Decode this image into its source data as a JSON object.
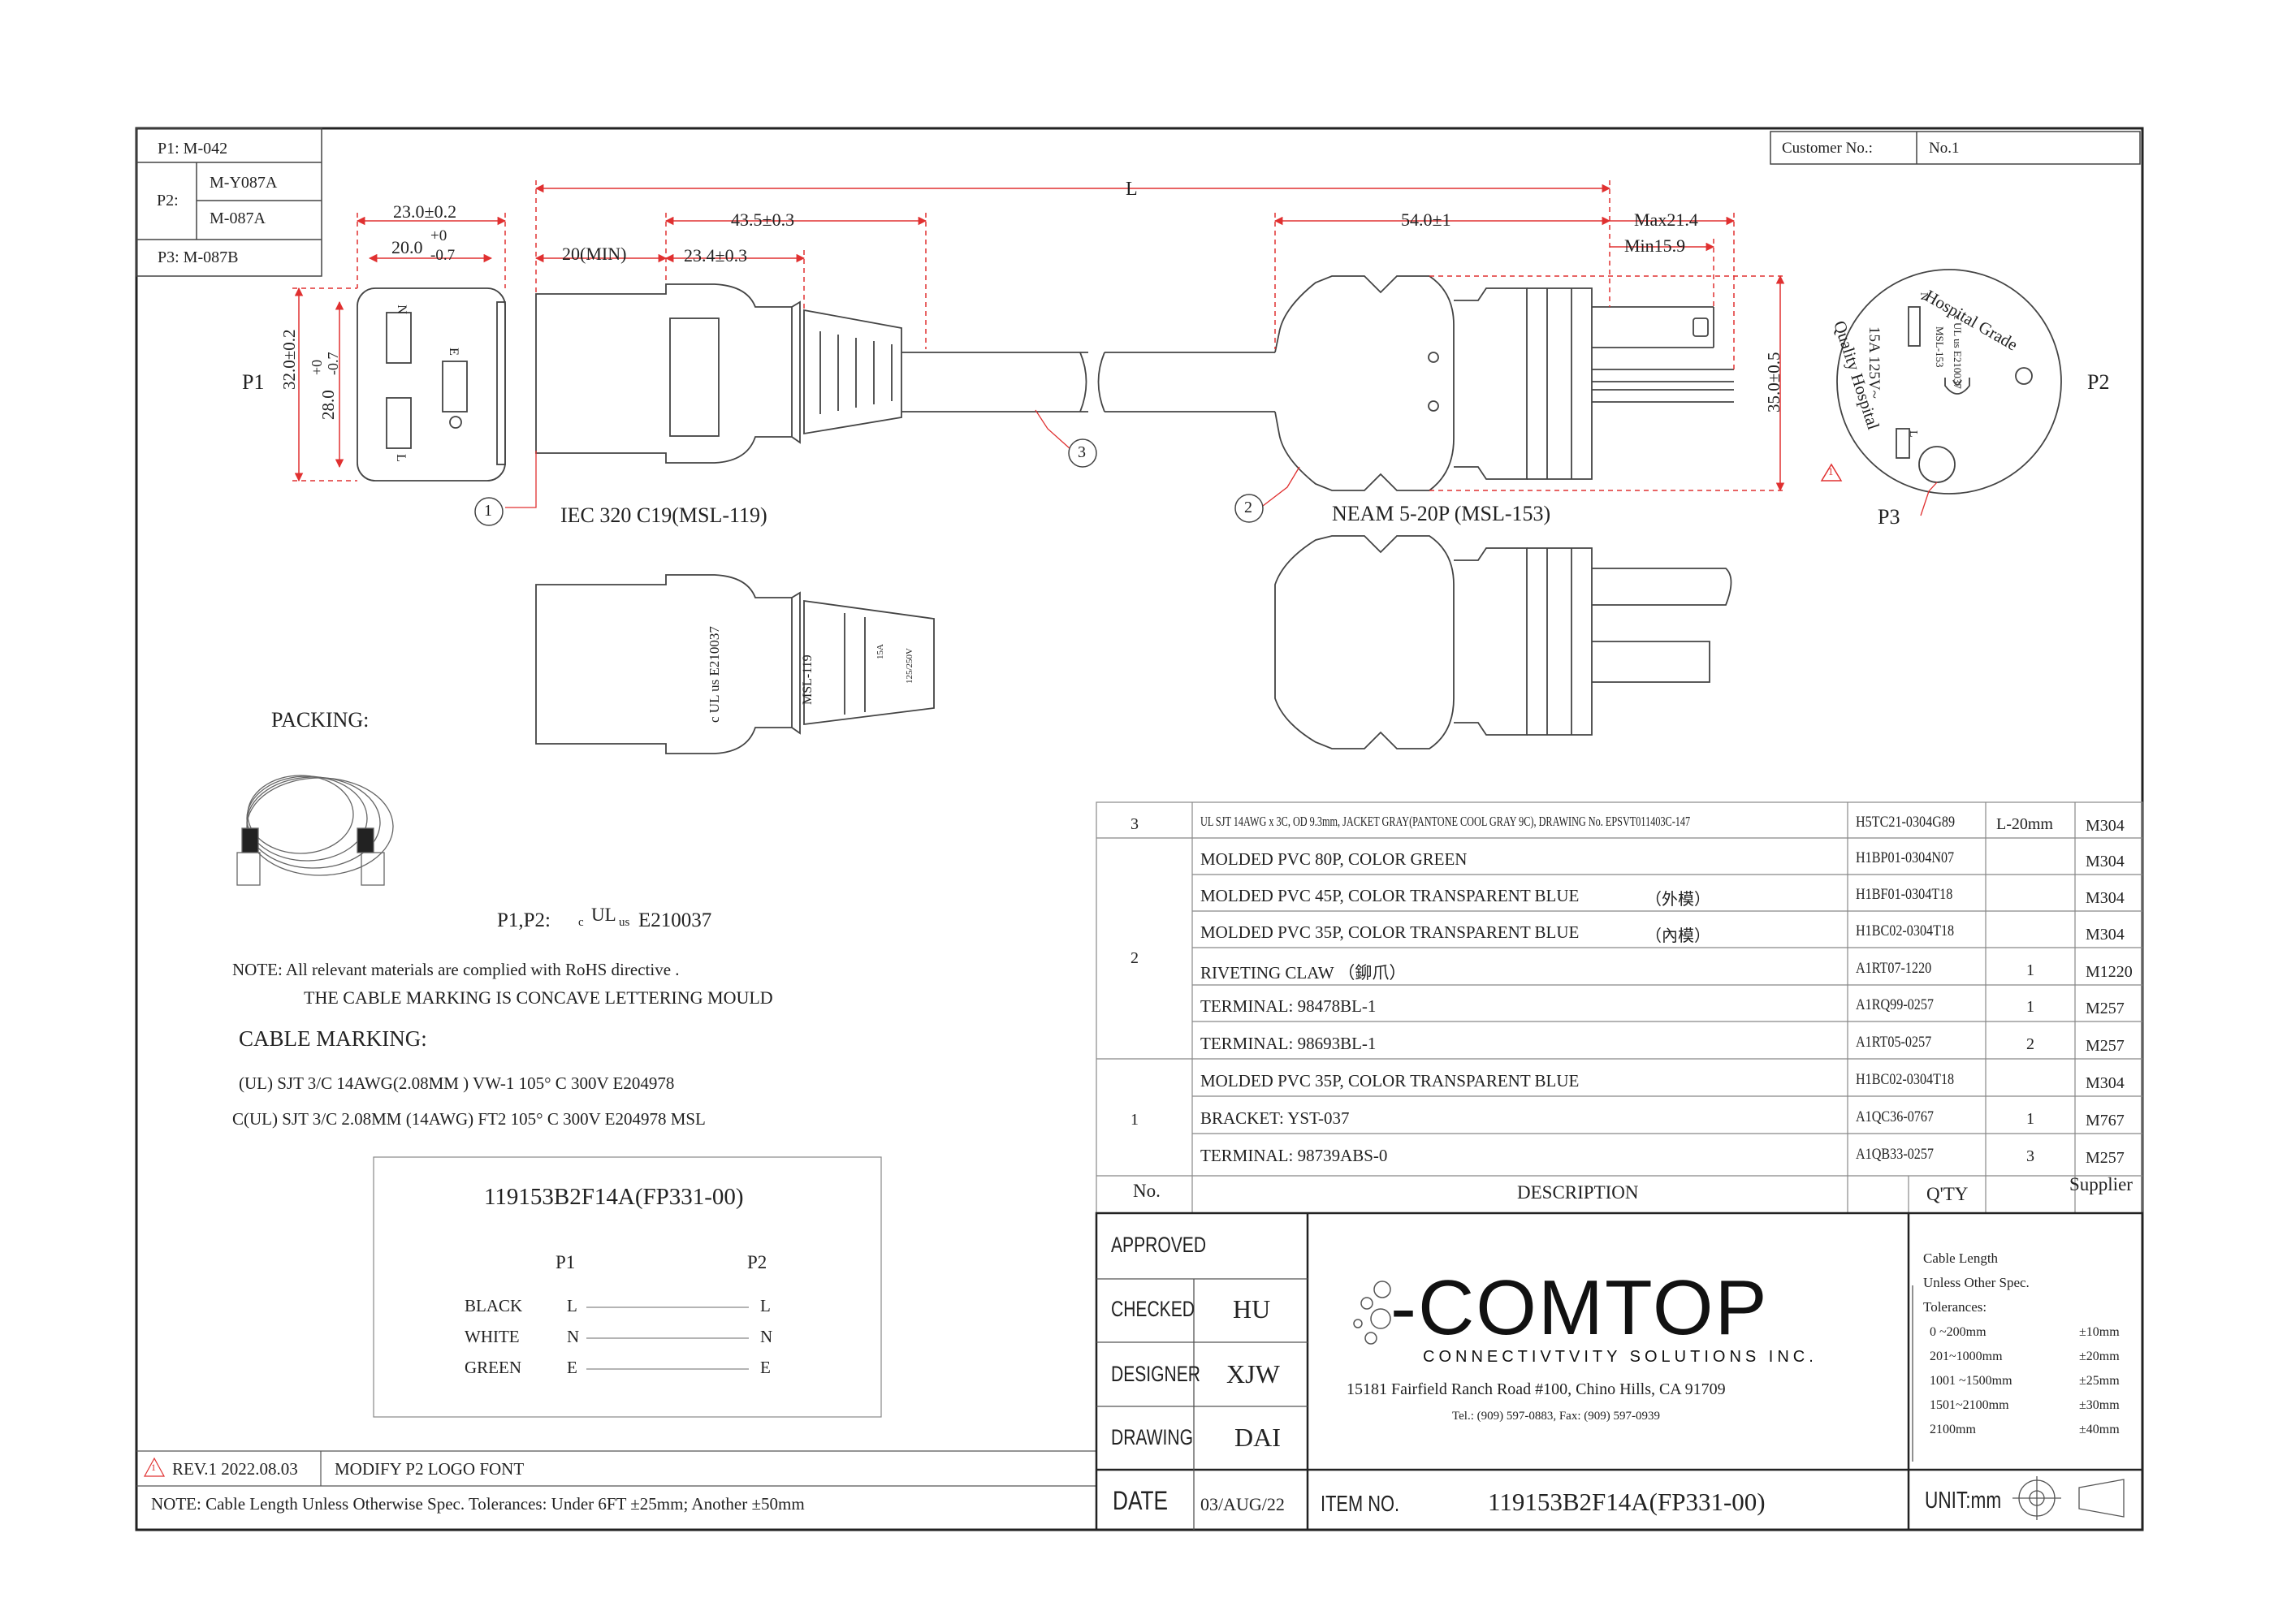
{
  "refs": {
    "p1": "P1: M-042",
    "p2_label": "P2:",
    "p2_a": "M-Y087A",
    "p2_b": "M-087A",
    "p3": "P3: M-087B",
    "customer_label": "Customer No.:",
    "customer_value": "No.1"
  },
  "dims": {
    "total_length": "L",
    "c19_width": "23.0±0.2",
    "c19_inner_w": "20.0",
    "c19_inner_tol_plus": "+0",
    "c19_inner_tol_minus": "-0.7",
    "c19_height": "32.0±0.2",
    "c19_inner_h": "28.0",
    "c19_inner_h_tol_plus": "+0",
    "c19_inner_h_tol_minus": "-0.7",
    "c19_body": "43.5±0.3",
    "c19_min": "20(MIN)",
    "c19_neck": "23.4±0.3",
    "plug_body": "54.0±1",
    "plug_max": "Max21.4",
    "plug_min": "Min15.9",
    "plug_height": "35.0±0.5"
  },
  "labels": {
    "p1": "P1",
    "p2": "P2",
    "p3": "P3",
    "c19_name": "IEC 320 C19(MSL-119)",
    "plug_name": "NEAM 5-20P (MSL-153)",
    "balloon_1": "1",
    "balloon_2": "2",
    "balloon_3": "3",
    "rev_mark": "1",
    "c19_pin_n": "N",
    "c19_pin_e": "E",
    "c19_pin_l": "L",
    "face_hospital": "Hospital Grade",
    "face_quality": "Quality Hospital",
    "face_rating": "15A 125V~",
    "face_ul": "c UL us E210037",
    "face_msl": "MSL-153",
    "face_n": "N",
    "face_l": "L",
    "side_ul": "c UL us E210037",
    "side_msl": "MSL-119",
    "side_15a": "15A",
    "side_rating": "125/250V"
  },
  "packing": {
    "title": "PACKING:"
  },
  "cert": {
    "prefix": "P1,P2:",
    "c": "c",
    "ul": "UL",
    "us": "us",
    "number": "E210037"
  },
  "notes": {
    "rohs": "NOTE: All relevant materials are complied with RoHS directive .",
    "marking_note": "THE CABLE MARKING IS CONCAVE LETTERING MOULD",
    "cable_marking_title": "CABLE MARKING:",
    "marking_line1": "(UL) SJT 3/C 14AWG(2.08MM )   VW-1  105°  C  300V  E204978",
    "marking_line2": "C(UL)   SJT 3/C  2.08MM (14AWG)   FT2   105°  C  300V   E204978  MSL"
  },
  "wiring": {
    "title": "119153B2F14A(FP331-00)",
    "col_p1": "P1",
    "col_p2": "P2",
    "rows": [
      {
        "color": "BLACK",
        "p1": "L",
        "p2": "L"
      },
      {
        "color": "WHITE",
        "p1": "N",
        "p2": "N"
      },
      {
        "color": "GREEN",
        "p1": "E",
        "p2": "E"
      }
    ]
  },
  "bom": {
    "header": {
      "no": "No.",
      "desc": "DESCRIPTION",
      "qty": "Q'TY",
      "supplier": "Supplier"
    },
    "rows": [
      {
        "no": "3",
        "desc": "UL SJT 14AWG x 3C, OD 9.3mm, JACKET GRAY(PANTONE COOL GRAY 9C), DRAWING No. EPSVT011403C-147",
        "note": "",
        "part": "H5TC21-0304G89",
        "qty": "L-20mm",
        "supplier": "M304"
      },
      {
        "no": "2",
        "desc": "MOLDED PVC 80P, COLOR GREEN",
        "note": "",
        "part": "H1BP01-0304N07",
        "qty": "",
        "supplier": "M304"
      },
      {
        "no": "",
        "desc": "MOLDED PVC 45P, COLOR TRANSPARENT BLUE",
        "note": "（外模）",
        "part": "H1BF01-0304T18",
        "qty": "",
        "supplier": "M304"
      },
      {
        "no": "",
        "desc": "MOLDED PVC 35P, COLOR TRANSPARENT BLUE",
        "note": "（內模）",
        "part": "H1BC02-0304T18",
        "qty": "",
        "supplier": "M304"
      },
      {
        "no": "",
        "desc": "RIVETING CLAW （鉚爪）",
        "note": "",
        "part": "A1RT07-1220",
        "qty": "1",
        "supplier": "M1220"
      },
      {
        "no": "",
        "desc": "TERMINAL: 98478BL-1",
        "note": "",
        "part": "A1RQ99-0257",
        "qty": "1",
        "supplier": "M257"
      },
      {
        "no": "",
        "desc": "TERMINAL: 98693BL-1",
        "note": "",
        "part": "A1RT05-0257",
        "qty": "2",
        "supplier": "M257"
      },
      {
        "no": "1",
        "desc": "MOLDED PVC 35P, COLOR TRANSPARENT BLUE",
        "note": "",
        "part": "H1BC02-0304T18",
        "qty": "",
        "supplier": "M304"
      },
      {
        "no": "",
        "desc": "BRACKET: YST-037",
        "note": "",
        "part": "A1QC36-0767",
        "qty": "1",
        "supplier": "M767"
      },
      {
        "no": "",
        "desc": "TERMINAL: 98739ABS-0",
        "note": "",
        "part": "A1QB33-0257",
        "qty": "3",
        "supplier": "M257"
      }
    ]
  },
  "title_block": {
    "approved_label": "APPROVED",
    "approved_value": "",
    "checked_label": "CHECKED",
    "checked_value": "HU",
    "designer_label": "DESIGNER",
    "designer_value": "XJW",
    "drawing_label": "DRAWING",
    "drawing_value": "DAI",
    "date_label": "DATE",
    "date_value": "03/AUG/22",
    "item_label": "ITEM NO.",
    "item_value": "119153B2F14A(FP331-00)",
    "unit": "UNIT:mm",
    "company": "-COMTOP",
    "tagline": "CONNECTIVTVITY  SOLUTIONS  INC.",
    "address": "15181 Fairfield Ranch Road #100, Chino Hills, CA 91709",
    "phone": "Tel.: (909) 597-0883, Fax: (909) 597-0939"
  },
  "tolerances": {
    "title1": "Cable Length",
    "title2": "Unless Other Spec.",
    "title3": "Tolerances:",
    "rows": [
      {
        "range": "0 ~200mm",
        "tol": "±10mm"
      },
      {
        "range": "201~1000mm",
        "tol": "±20mm"
      },
      {
        "range": "1001 ~1500mm",
        "tol": "±25mm"
      },
      {
        "range": "1501~2100mm",
        "tol": "±30mm"
      },
      {
        "range": "2100mm",
        "tol": "±40mm"
      }
    ]
  },
  "revision": {
    "mark": "1",
    "rev": "REV.1 2022.08.03",
    "change": "MODIFY P2  LOGO FONT",
    "note": "NOTE:   Cable Length Unless Otherwise Spec. Tolerances: Under 6FT ±25mm;  Another ±50mm"
  },
  "colors": {
    "dimension": "#e03030",
    "line": "#222222",
    "revision": "#e03030"
  }
}
